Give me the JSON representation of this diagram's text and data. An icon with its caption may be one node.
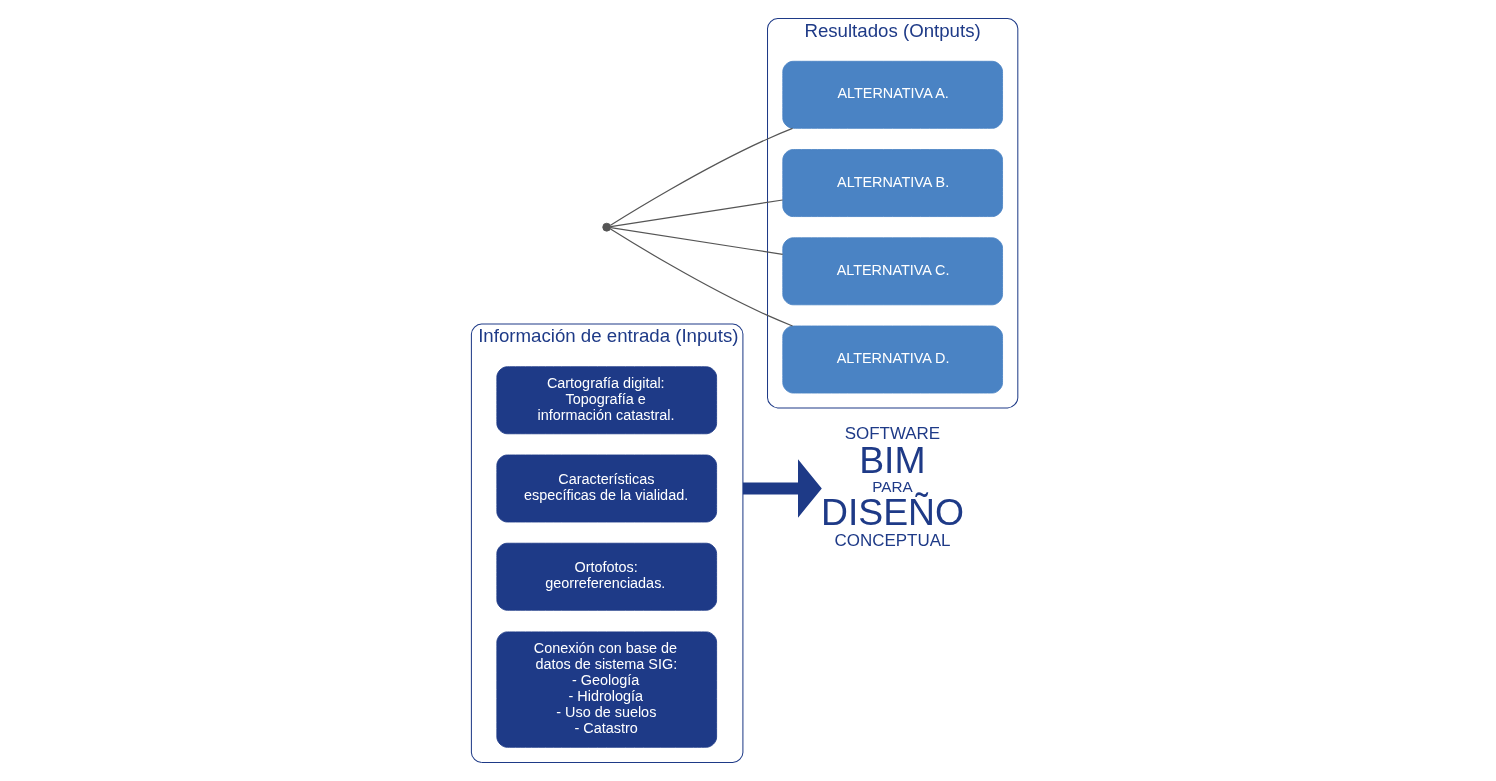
{
  "diagram": {
    "nodes": [
      {
        "text": [
          "Información de entrada (Inputs)"
        ]
      },
      {
        "text": [
          "Cartografía digital: Topografía e información catastral."
        ],
        "in": 0
      },
      {
        "text": [
          "Características específicas de la vialidad."
        ],
        "in": 0
      },
      {
        "text": [
          "Ortofotos: georreferenciadas."
        ],
        "in": 0
      },
      {
        "text": [
          "Conexión con base de datos de sistema SIG: - Geología - Hidrología - Uso de suelos - Catastro"
        ],
        "in": 0
      },
      {
        "text": [
          "SOFTWARE",
          "BIM",
          "PARA",
          "DISEÑO",
          "CONCEPTUAL"
        ]
      },
      {
        "text": [],
        "shape": "circle"
      },
      {
        "text": [
          "Resultados (Ontputs)"
        ]
      },
      {
        "text": [
          "ALTERNATIVA A."
        ],
        "in": 7
      },
      {
        "text": [
          "ALTERNATIVA B."
        ],
        "in": 7
      },
      {
        "text": [
          "ALTERNATIVA C."
        ],
        "in": 7
      },
      {
        "text": [
          "ALTERNATIVA D."
        ],
        "in": 7
      }
    ],
    "edges": [
      {
        "from": 0,
        "to": 5,
        "arrow": "to",
        "style": "thick",
        "color": "#1e3a87"
      },
      {
        "from": 6,
        "to": 8,
        "arrow": "none"
      },
      {
        "from": 6,
        "to": 9,
        "arrow": "none"
      },
      {
        "from": 6,
        "to": 10,
        "arrow": "none"
      },
      {
        "from": 6,
        "to": 11,
        "arrow": "none"
      }
    ]
  }
}
